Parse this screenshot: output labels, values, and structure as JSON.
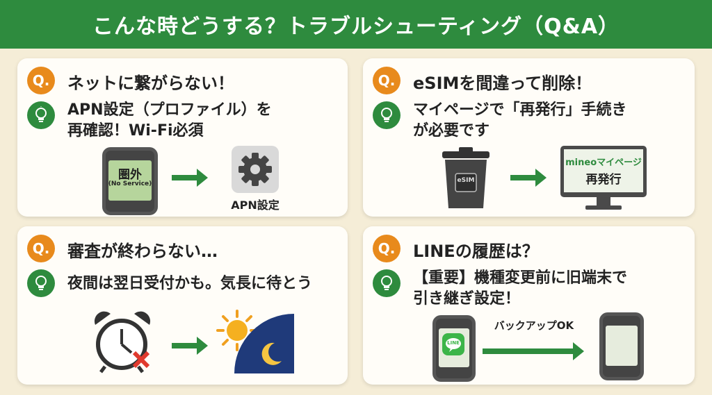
{
  "header": {
    "title": "こんな時どうする？トラブルシューティング（Q&A）"
  },
  "badge": {
    "q": "Q."
  },
  "cards": [
    {
      "question": "ネットに繋がらない！",
      "answer_line1": "APN設定（プロファイル）を",
      "answer_line2": "再確認！Wi-Fi必須",
      "phone_label": "圏外",
      "phone_sublabel": "(No Service)",
      "settings_label": "APN設定"
    },
    {
      "question": "eSIMを間違って削除！",
      "answer_line1": "マイページで「再発行」手続き",
      "answer_line2": "が必要です",
      "trash_label": "eSIM",
      "monitor_line1": "mineoマイページ",
      "monitor_line2": "再発行"
    },
    {
      "question": "審査が終わらない…",
      "answer_line1": "夜間は翌日受付かも。気長に待とう"
    },
    {
      "question": "LINEの履歴は？",
      "answer_line1": "【重要】機種変更前に旧端末で",
      "answer_line2": "引き継ぎ設定！",
      "line_label": "LINE",
      "backup_label": "バックアップOK"
    }
  ],
  "colors": {
    "header_bg": "#2e8b3e",
    "q_badge": "#e88a1c",
    "a_badge": "#2e8b3e",
    "accent_green": "#2e8b3e",
    "background": "#f5edd7"
  },
  "icons": [
    "lightbulb-icon",
    "phone-icon",
    "gear-icon",
    "trash-icon",
    "monitor-icon",
    "alarm-clock-icon",
    "sun-icon",
    "moon-icon",
    "line-app-icon"
  ]
}
